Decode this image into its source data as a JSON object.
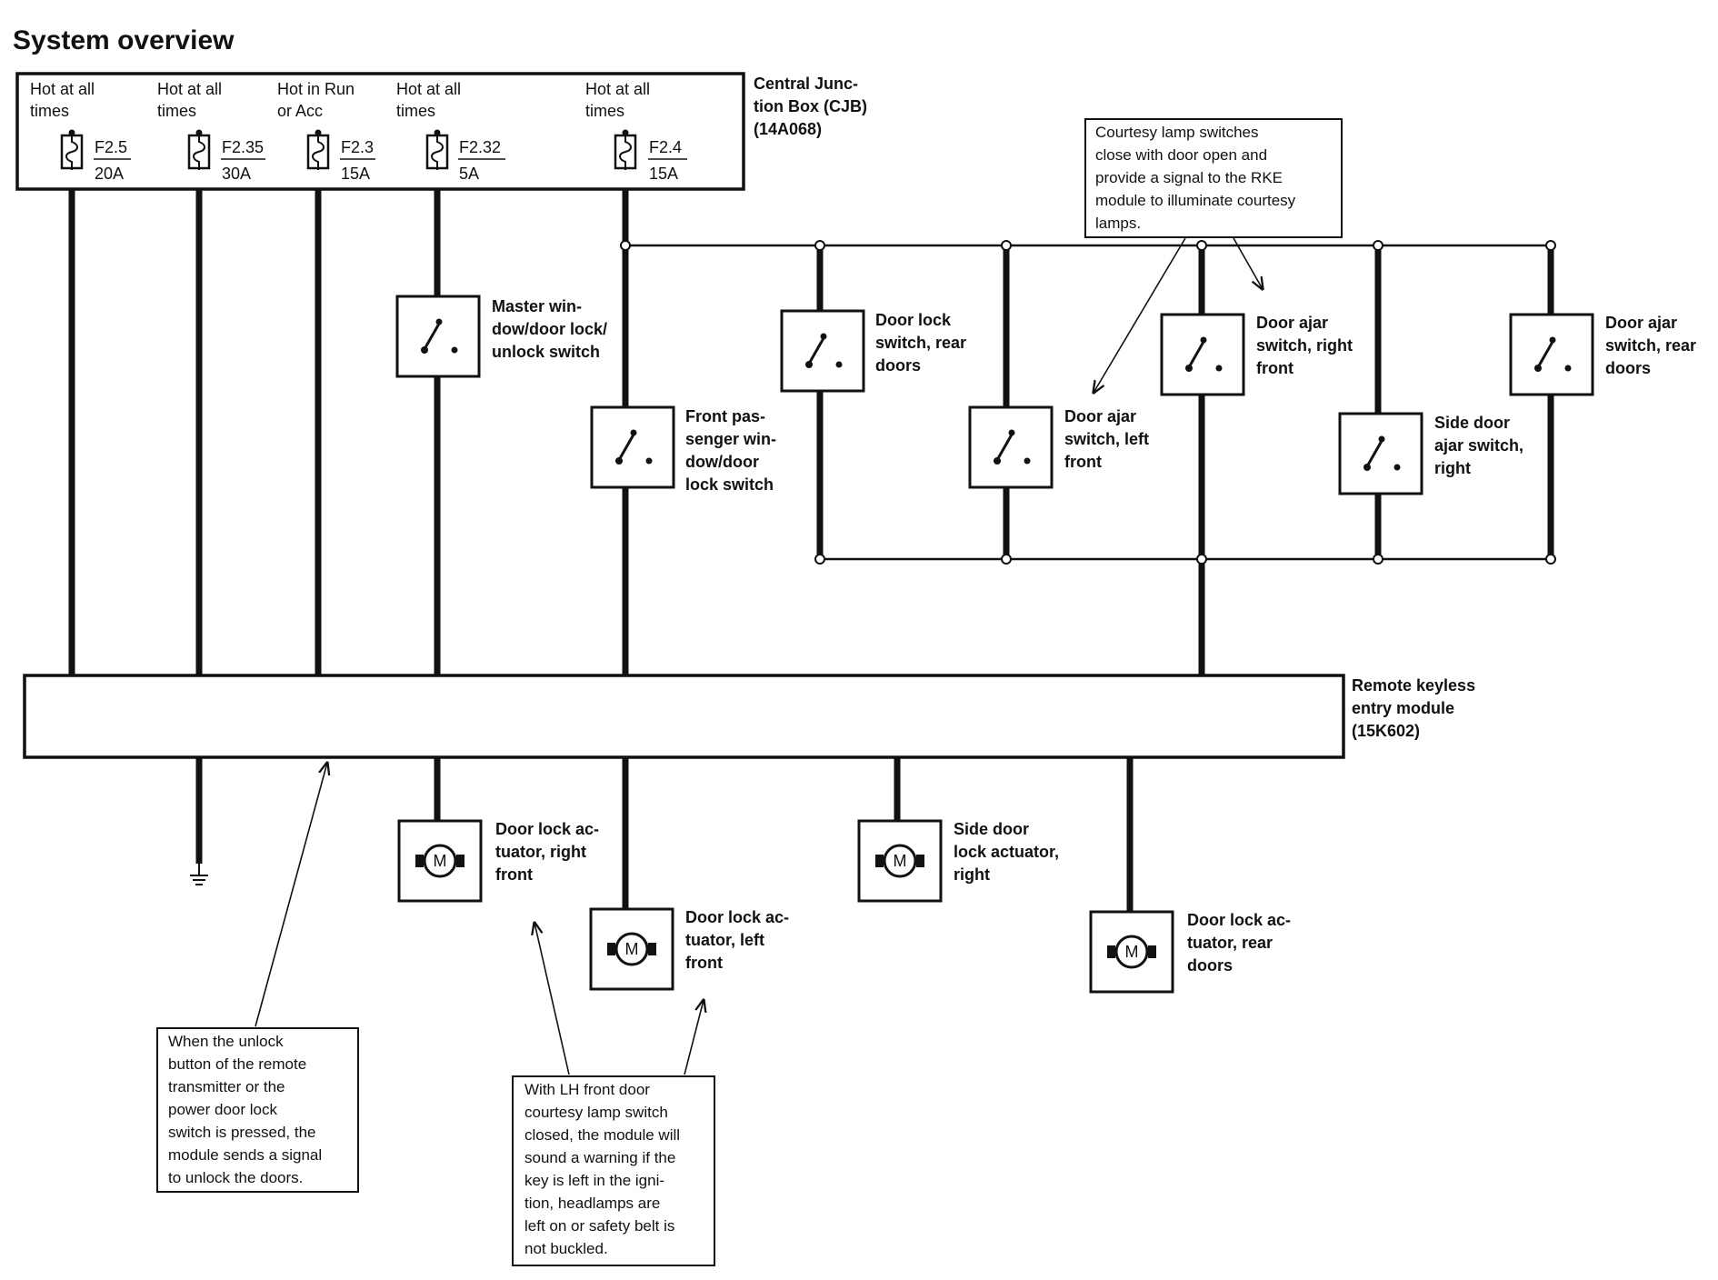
{
  "title": "System overview",
  "cjb": {
    "name": [
      "Central Junc-",
      "tion Box (CJB)",
      "(14A068)"
    ],
    "fuses": [
      {
        "supply": [
          "Hot at all",
          "times"
        ],
        "id": "F2.5",
        "rating": "20A"
      },
      {
        "supply": [
          "Hot at all",
          "times"
        ],
        "id": "F2.35",
        "rating": "30A"
      },
      {
        "supply": [
          "Hot in Run",
          "or Acc"
        ],
        "id": "F2.3",
        "rating": "15A"
      },
      {
        "supply": [
          "Hot at all",
          "times"
        ],
        "id": "F2.32",
        "rating": "5A"
      },
      {
        "supply": [
          "Hot at all",
          "times"
        ],
        "id": "F2.4",
        "rating": "15A"
      }
    ]
  },
  "switches": [
    {
      "key": "master",
      "label": [
        "Master win-",
        "dow/door lock/",
        "unlock switch"
      ]
    },
    {
      "key": "front-passenger",
      "label": [
        "Front pas-",
        "senger win-",
        "dow/door",
        "lock switch"
      ]
    },
    {
      "key": "door-lock-rear",
      "label": [
        "Door lock",
        "switch, rear",
        "doors"
      ]
    },
    {
      "key": "door-ajar-left-front",
      "label": [
        "Door ajar",
        "switch, left",
        "front"
      ]
    },
    {
      "key": "door-ajar-right-front",
      "label": [
        "Door ajar",
        "switch, right",
        "front"
      ]
    },
    {
      "key": "side-door-ajar-right",
      "label": [
        "Side door",
        "ajar switch,",
        "right"
      ]
    },
    {
      "key": "door-ajar-rear",
      "label": [
        "Door ajar",
        "switch, rear",
        "doors"
      ]
    }
  ],
  "module": {
    "label": [
      "Remote keyless",
      "entry module",
      "(15K602)"
    ]
  },
  "actuators": [
    {
      "key": "right-front",
      "symbol": "M",
      "label": [
        "Door lock ac-",
        "tuator, right",
        "front"
      ]
    },
    {
      "key": "left-front",
      "symbol": "M",
      "label": [
        "Door lock ac-",
        "tuator, left",
        "front"
      ]
    },
    {
      "key": "side-right",
      "symbol": "M",
      "label": [
        "Side door",
        "lock actuator,",
        "right"
      ]
    },
    {
      "key": "rear",
      "symbol": "M",
      "label": [
        "Door lock ac-",
        "tuator, rear",
        "doors"
      ]
    }
  ],
  "notes": {
    "courtesy": [
      "Courtesy lamp switches",
      "close with door open and",
      "provide a signal to the RKE",
      "module to illuminate courtesy",
      "lamps."
    ],
    "unlock": [
      "When the unlock",
      "button of the remote",
      "transmitter or the",
      "power door lock",
      "switch is pressed, the",
      "module sends a signal",
      "to unlock the doors."
    ],
    "warning": [
      "With LH front door",
      "courtesy lamp switch",
      "closed, the module will",
      "sound a warning if the",
      "key is left in the igni-",
      "tion, headlamps are",
      "left on or safety belt is",
      "not buckled."
    ]
  }
}
